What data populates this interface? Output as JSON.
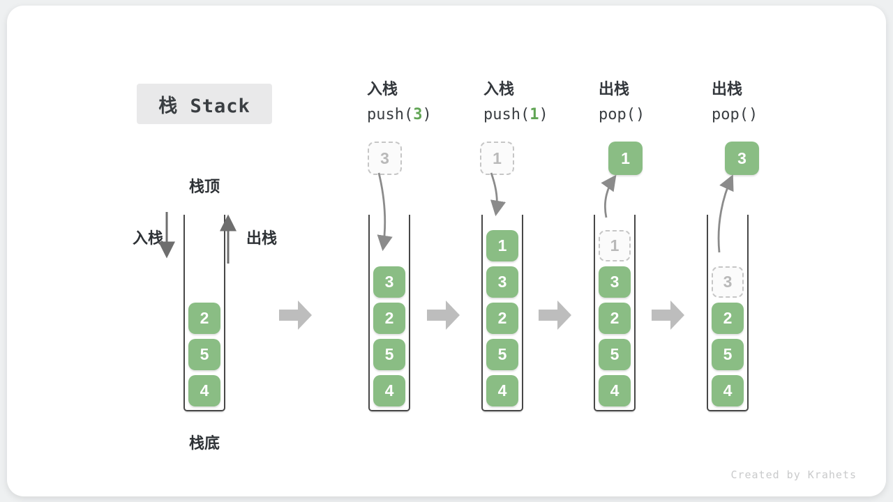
{
  "title": "栈 Stack",
  "labels": {
    "stack_top": "栈顶",
    "stack_bottom": "栈底",
    "push_in": "入栈",
    "pop_out": "出栈"
  },
  "operations": [
    {
      "name": "入栈",
      "code_pre": "push(",
      "code_arg": "3",
      "code_post": ")"
    },
    {
      "name": "入栈",
      "code_pre": "push(",
      "code_arg": "1",
      "code_post": ")"
    },
    {
      "name": "出栈",
      "code_pre": "pop(",
      "code_arg": "",
      "code_post": ")"
    },
    {
      "name": "出栈",
      "code_pre": "pop(",
      "code_arg": "",
      "code_post": ")"
    }
  ],
  "stacks": [
    {
      "items": [
        "2",
        "5",
        "4"
      ]
    },
    {
      "floating": "3",
      "items": [
        "3",
        "2",
        "5",
        "4"
      ]
    },
    {
      "floating": "1",
      "items": [
        "1",
        "3",
        "2",
        "5",
        "4"
      ]
    },
    {
      "popped": "1",
      "ghost": "1",
      "items": [
        "3",
        "2",
        "5",
        "4"
      ]
    },
    {
      "popped": "3",
      "ghost": "3",
      "items": [
        "2",
        "5",
        "4"
      ]
    }
  ],
  "watermark": "Created by Krahets",
  "colors": {
    "cell_green": "#8abd84",
    "code_green": "#61a555",
    "text_dark": "#33373c",
    "curve_arrow_gray": "#8b8b8b",
    "block_arrow_gray": "#bdbdbd",
    "ghost_gray": "#b9b9b9"
  }
}
